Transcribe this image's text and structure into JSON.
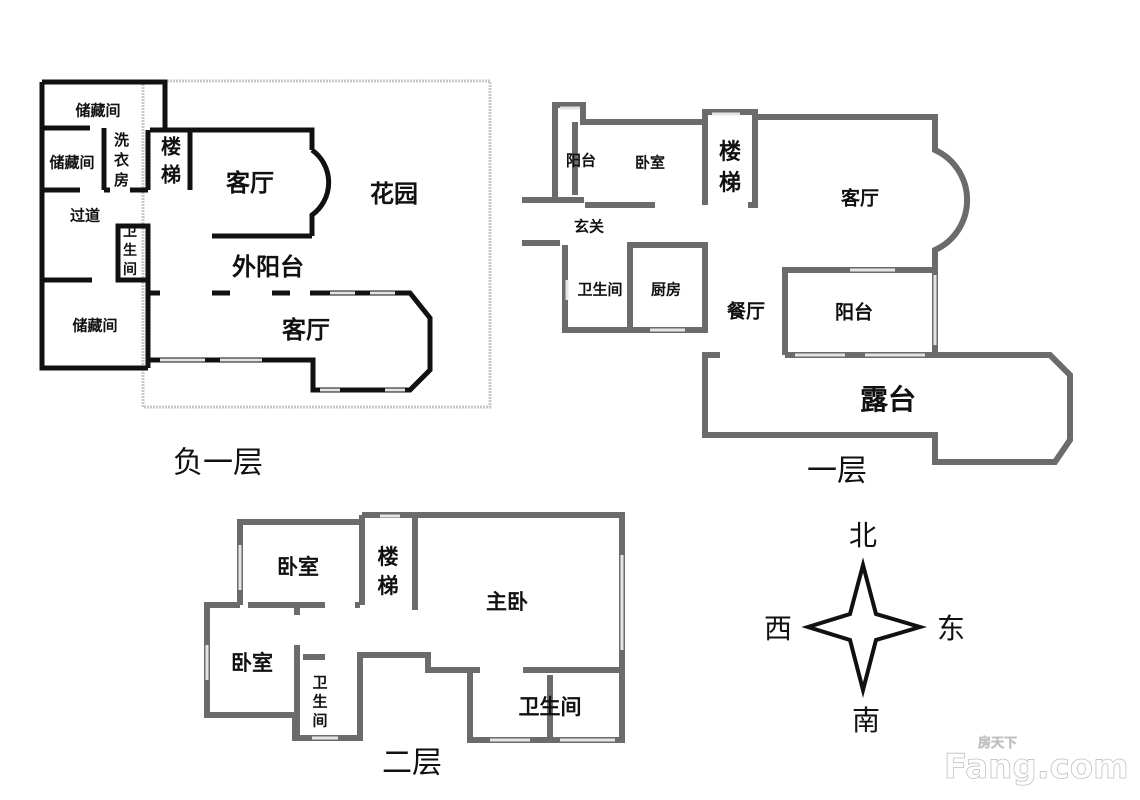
{
  "floors": {
    "basement": {
      "title": "负一层",
      "rooms": [
        "储藏间",
        "储藏间",
        "洗衣房",
        "楼梯",
        "客厅",
        "花园",
        "过道",
        "卫生间",
        "外阳台",
        "储藏间",
        "客厅"
      ]
    },
    "first": {
      "title": "一层",
      "rooms": [
        "阳台",
        "卧室",
        "楼梯",
        "客厅",
        "玄关",
        "卫生间",
        "厨房",
        "餐厅",
        "阳台",
        "露台"
      ]
    },
    "second": {
      "title": "二层",
      "rooms": [
        "卧室",
        "楼梯",
        "主卧",
        "卧室",
        "卫生间",
        "卫生间"
      ]
    }
  },
  "compass": {
    "north": "北",
    "south": "南",
    "west": "西",
    "east": "东"
  },
  "watermark": {
    "text": "房天下 Fang.com"
  },
  "colors": {
    "basement_wall": "#111111",
    "upper_wall": "#6b6b6b",
    "garden_border": "#c8c8c8"
  }
}
